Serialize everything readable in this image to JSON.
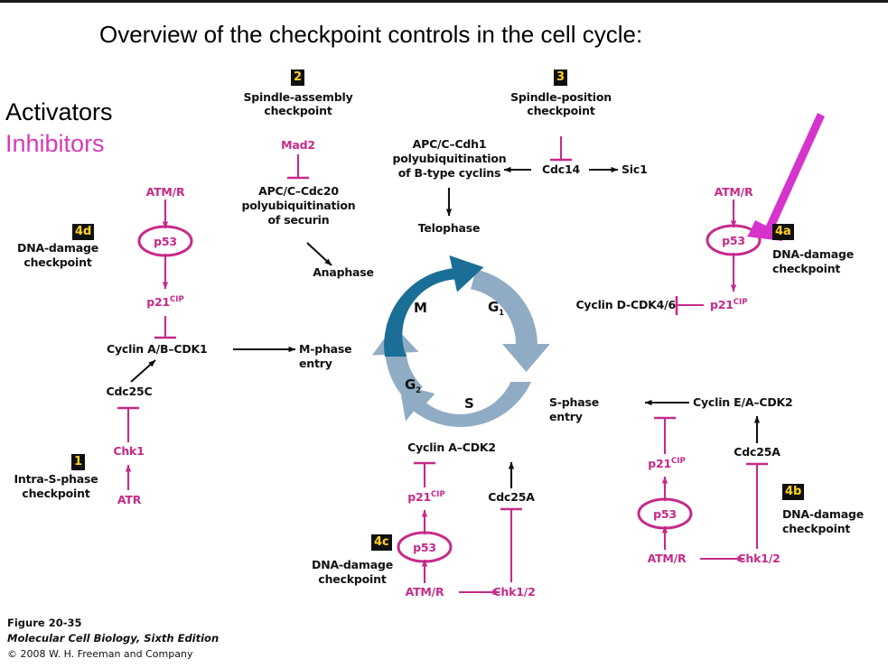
{
  "page": {
    "title": "Overview of the checkpoint controls in the cell cycle:",
    "background": "#ffffff"
  },
  "colors": {
    "inhibitor_pink": "#c62a89",
    "legend_pink": "#d63bb8",
    "pointer_magenta": "#d633cc",
    "badge_bg": "#101010",
    "badge_text": "#ffd21e",
    "cycle_m_arc": "#1b6e96",
    "cycle_other_arc": "#8facc4",
    "text_black": "#111111"
  },
  "legend": {
    "activators": "Activators",
    "inhibitors": "Inhibitors"
  },
  "checkpoints": [
    {
      "id": "1",
      "badge": "1",
      "name_line1": "Intra-S-phase",
      "name_line2": "checkpoint"
    },
    {
      "id": "2",
      "badge": "2",
      "name_line1": "Spindle-assembly",
      "name_line2": "checkpoint"
    },
    {
      "id": "3",
      "badge": "3",
      "name_line1": "Spindle-position",
      "name_line2": "checkpoint"
    },
    {
      "id": "4a",
      "badge": "4a",
      "name_line1": "DNA-damage",
      "name_line2": "checkpoint"
    },
    {
      "id": "4b",
      "badge": "4b",
      "name_line1": "DNA-damage",
      "name_line2": "checkpoint"
    },
    {
      "id": "4c",
      "badge": "4c",
      "name_line1": "DNA-damage",
      "name_line2": "checkpoint"
    },
    {
      "id": "4d",
      "badge": "4d",
      "name_line1": "DNA-damage",
      "name_line2": "checkpoint"
    }
  ],
  "cycle": {
    "phases": [
      {
        "label": "M",
        "sub": "",
        "color": "#1b6e96"
      },
      {
        "label": "G",
        "sub": "1",
        "color": "#8facc4"
      },
      {
        "label": "S",
        "sub": "",
        "color": "#8facc4"
      },
      {
        "label": "G",
        "sub": "2",
        "color": "#8facc4"
      }
    ],
    "entry_points": {
      "m_phase_entry_line1": "M-phase",
      "m_phase_entry_line2": "entry",
      "s_phase_entry_line1": "S-phase",
      "s_phase_entry_line2": "entry"
    }
  },
  "nodes": {
    "mad2": "Mad2",
    "apc_cdc20_l1": "APC/C–Cdc20",
    "apc_cdc20_l2": "polyubiquitination",
    "apc_cdc20_l3": "of securin",
    "anaphase": "Anaphase",
    "apc_cdh1_l1": "APC/C–Cdh1",
    "apc_cdh1_l2": "polyubiquitination",
    "apc_cdh1_l3": "of B-type cyclins",
    "telophase": "Telophase",
    "cdc14": "Cdc14",
    "sic1": "Sic1",
    "atm_r": "ATM/R",
    "atr": "ATR",
    "p53": "p53",
    "p21": "p21",
    "p21_sup": "CIP",
    "chk1": "Chk1",
    "chk12": "Chk1/2",
    "cdc25a": "Cdc25A",
    "cdc25c": "Cdc25C",
    "cyclin_ab_cdk1": "Cyclin A/B–CDK1",
    "cyclin_d_cdk46": "Cyclin D-CDK4/6",
    "cyclin_ea_cdk2": "Cyclin E/A–CDK2",
    "cyclin_a_cdk2": "Cyclin A–CDK2"
  },
  "caption": {
    "line1": "Figure 20-35",
    "line2": "Molecular Cell Biology, Sixth Edition",
    "line3": "© 2008 W. H. Freeman and Company"
  },
  "annotation": {
    "pointer": "magenta-arrow-pointing-to-4a-p53"
  }
}
